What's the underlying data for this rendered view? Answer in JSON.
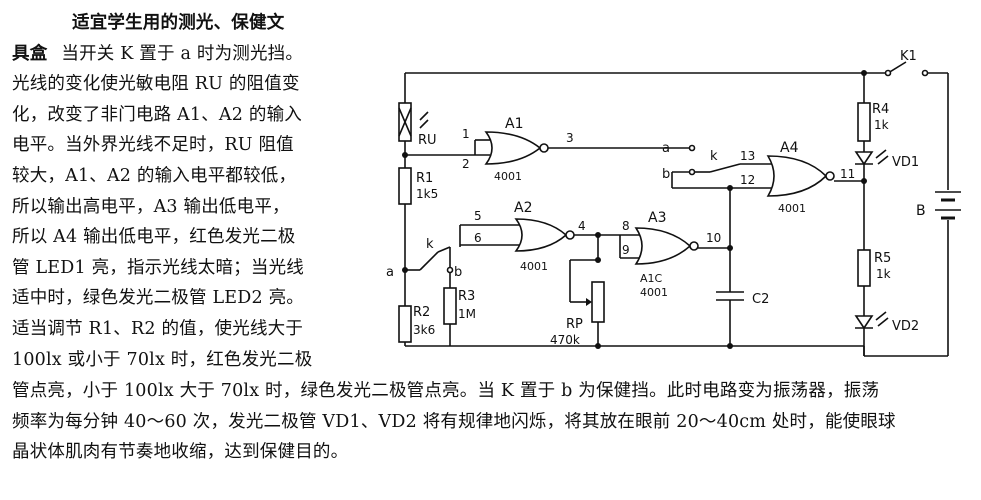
{
  "article": {
    "title": "适宜学生用的测光、保健文",
    "title_cont": "具盒",
    "line1_rest": "当开关 K 置于 a 时为测光挡。",
    "lines": [
      "光线的变化使光敏电阻 RU 的阻值变",
      "化，改变了非门电路 A1、A2 的输入",
      "电平。当外界光线不足时，RU 阻值",
      "较大，A1、A2 的输入电平都较低，",
      "所以输出高电平，A3 输出低电平，",
      "所以 A4 输出低电平，红色发光二极",
      "管 LED1 亮，指示光线太暗；当光线",
      "适中时，绿色发光二极管 LED2 亮。",
      "适当调节 R1、R2 的值，使光线大于",
      "100lx 或小于 70lx 时，红色发光二极"
    ],
    "bottom_lines": [
      "管点亮，小于 100lx 大于 70lx 时，绿色发光二极管点亮。当 K 置于 b 为保健挡。此时电路变为振荡器，振荡",
      "频率为每分钟 40～60 次，发光二极管 VD1、VD2 将有规律地闪烁，将其放在眼前 20～40cm 处时，能使眼球",
      "晶状体肌肉有节奏地收缩，达到保健目的。"
    ]
  },
  "schematic": {
    "ldr_label": "RU",
    "r1_label": "R1",
    "r1_value": "1k5",
    "r2_label": "R2",
    "r2_value": "3k6",
    "r3_label": "R3",
    "r3_value": "1M",
    "r4_label": "R4",
    "r4_value": "1k",
    "r5_label": "R5",
    "r5_value": "1k",
    "rp_label": "RP",
    "rp_value": "470k",
    "c2_label": "C2",
    "a1_label": "A1",
    "a1_part": "4001",
    "a2_label": "A2",
    "a2_part": "4001",
    "a3_label": "A3",
    "a3_part": "A1C",
    "a3_part2": "4001",
    "a4_label": "A4",
    "a4_part": "4001",
    "vd1_label": "VD1",
    "vd2_label": "VD2",
    "k1_label": "K1",
    "battery_label": "B",
    "switch_k": "k",
    "contact_a": "a",
    "contact_b": "b",
    "pins": [
      "1",
      "2",
      "3",
      "5",
      "6",
      "4",
      "8",
      "9",
      "10",
      "13",
      "12",
      "11"
    ]
  }
}
